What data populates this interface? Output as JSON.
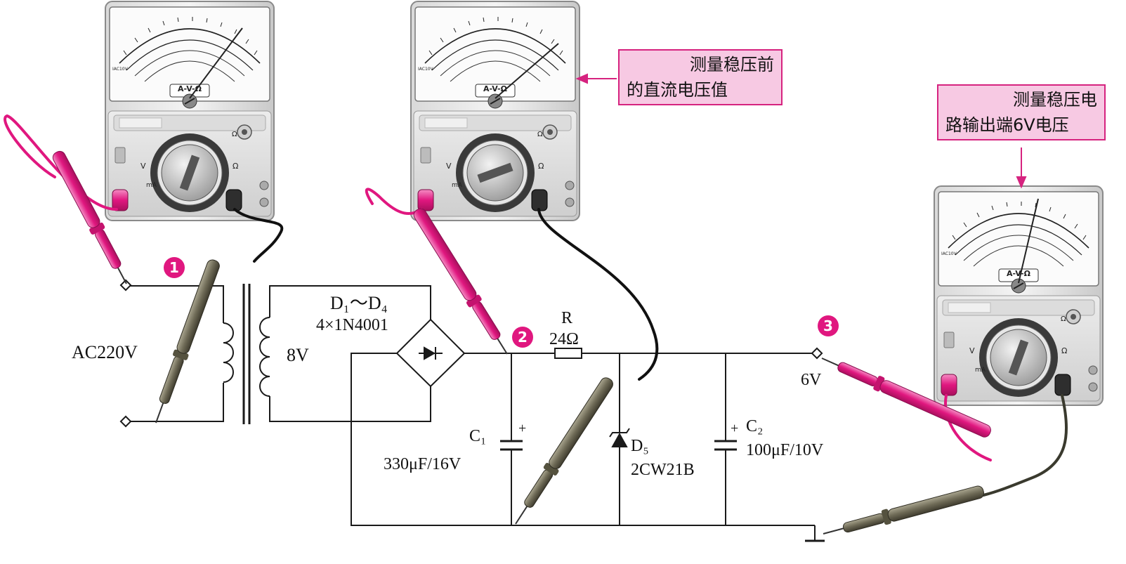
{
  "steps": [
    "1",
    "2",
    "3"
  ],
  "labels": {
    "ac_input": "AC220V",
    "secondary": "8V",
    "bridge": "D₁～D₄",
    "bridge_part": "4×1N4001",
    "r_name": "R",
    "r_value": "24Ω",
    "c1_name": "C₁",
    "c1_value": "330μF/16V",
    "zener_name": "D₅",
    "zener_part": "2CW21B",
    "c2_name": "C₂",
    "c2_value": "100μF/10V",
    "output": "6V",
    "plus": "+"
  },
  "callouts": {
    "before": [
      "测量稳压前",
      "的直流电压值"
    ],
    "output": [
      "测量稳压电",
      "路输出端6V电压"
    ]
  },
  "meter": {
    "dial_center": "A-V-Ω",
    "range_v": "V",
    "range_ohm": "Ω",
    "range_ma": "mA",
    "acv_tag": "IAC10V",
    "ohm_tag": "Ω"
  },
  "colors": {
    "red_probe": "#e0177f",
    "black_probe": "#6e6a56",
    "callout_fill": "#f7c9e3",
    "callout_border": "#d6237f"
  }
}
